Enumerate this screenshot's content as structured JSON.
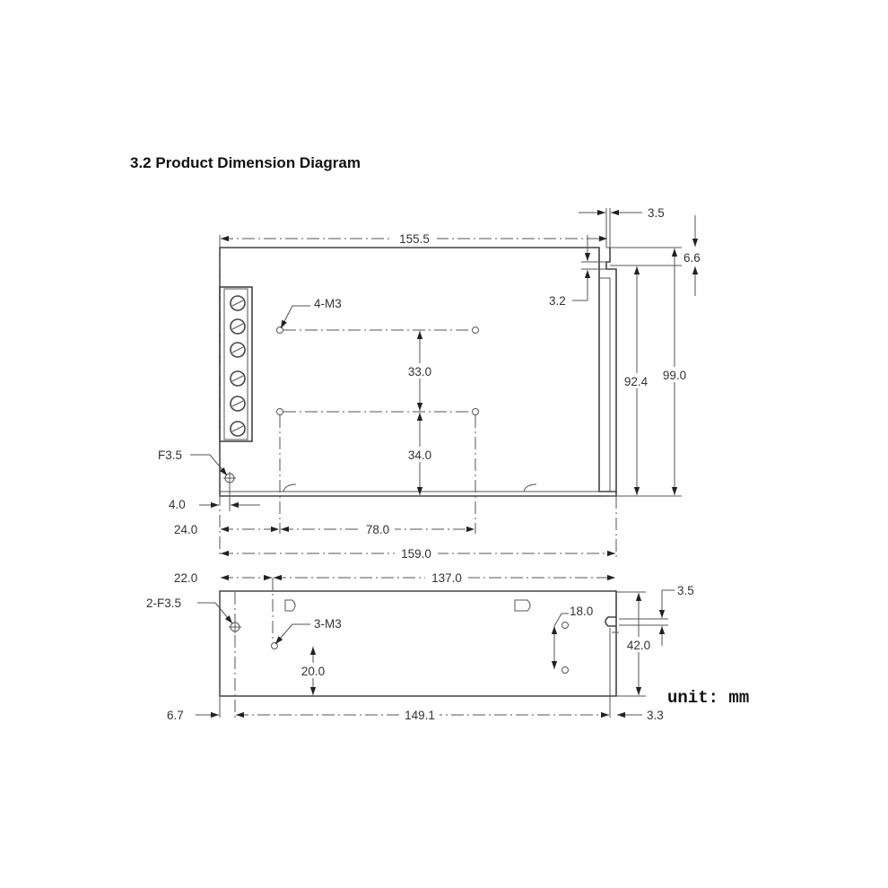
{
  "heading": "3.2 Product Dimension Diagram",
  "unit_label": "unit: mm",
  "top_view": {
    "width_155": "155.5",
    "flange_3_5": "3.5",
    "height_6_6": "6.6",
    "offset_3_2": "3.2",
    "height_92_4": "92.4",
    "height_99": "99.0",
    "hole_label": "4-M3",
    "spacing_33": "33.0",
    "spacing_34": "34.0",
    "hole_f35": "F3.5",
    "offset_4": "4.0",
    "offset_24": "24.0",
    "spacing_78": "78.0",
    "length_159": "159.0"
  },
  "side_view": {
    "offset_22": "22.0",
    "length_137": "137.0",
    "slot_3_5": "3.5",
    "hole_2f35": "2-F3.5",
    "hole_3m3": "3-M3",
    "spacing_18": "18.0",
    "height_42": "42.0",
    "height_20": "20.0",
    "offset_6_7": "6.7",
    "length_149": "149.1",
    "offset_3_3": "3.3"
  }
}
